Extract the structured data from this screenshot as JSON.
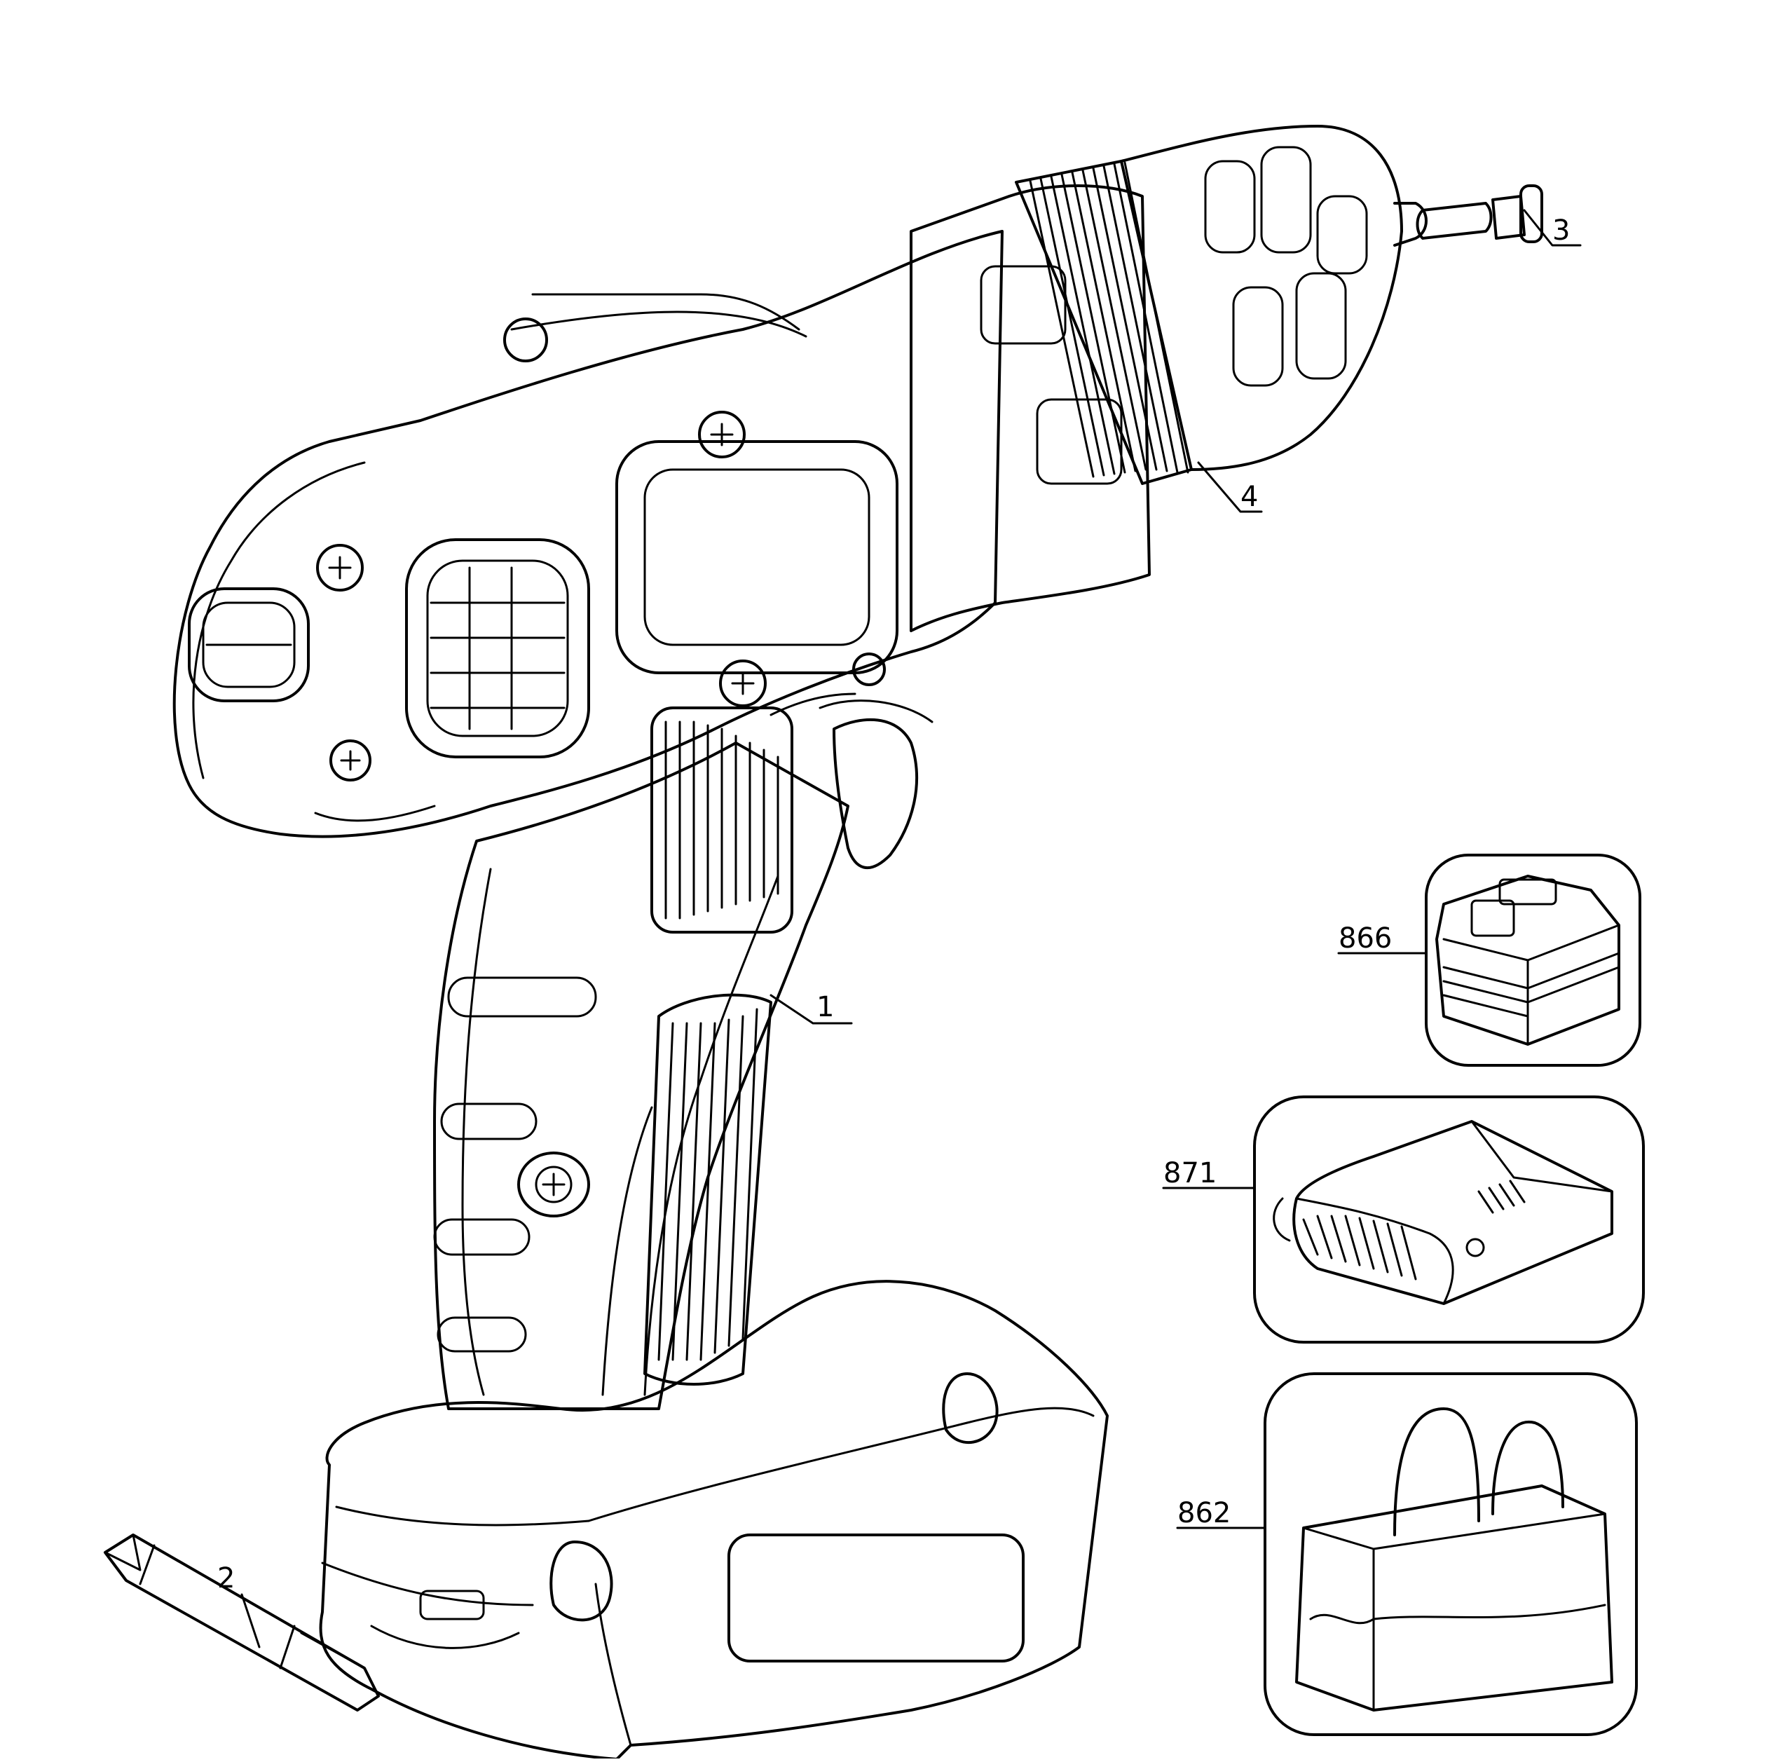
{
  "callouts": {
    "drill": "1",
    "bit": "2",
    "chuck_key": "3",
    "chuck": "4",
    "battery": "866",
    "charger": "871",
    "bag": "862"
  }
}
